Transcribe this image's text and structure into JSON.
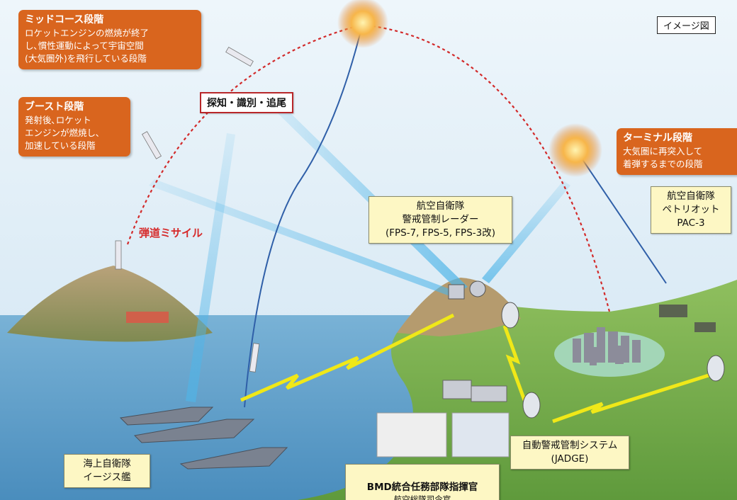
{
  "image_tag": "イメージ図",
  "missile_label": "弾道ミサイル",
  "detect_label": "探知・識別・追尾",
  "phases": {
    "midcourse": {
      "title": "ミッドコース段階",
      "desc": "ロケットエンジンの燃焼が終了\nし､慣性運動によって宇宙空間\n(大気圏外)を飛行している段階"
    },
    "boost": {
      "title": "ブースト段階",
      "desc": "発射後､ロケット\nエンジンが燃焼し､\n加速している段階"
    },
    "terminal": {
      "title": "ターミナル段階",
      "desc": "大気圏に再突入して\n着弾するまでの段階"
    }
  },
  "labels": {
    "radar": "航空自衛隊\n警戒管制レーダー\n(FPS-7, FPS-5, FPS-3改)",
    "patriot": "航空自衛隊\nペトリオット\nPAC-3",
    "aegis": "海上自衛隊\nイージス艦",
    "jadge": "自動警戒管制システム\n(JADGE)",
    "bmd": "BMD統合任務部隊指揮官",
    "bmd_sub": "航空総隊司令官"
  },
  "colors": {
    "phase_box": "#d9651e",
    "trajectory": "#d22a2a",
    "info_box": "#fdf7c4",
    "radar_beam": "#4fb5e8",
    "data_link": "#f0e818",
    "sea": "#5d9ec9",
    "land": "#6fa84a"
  }
}
